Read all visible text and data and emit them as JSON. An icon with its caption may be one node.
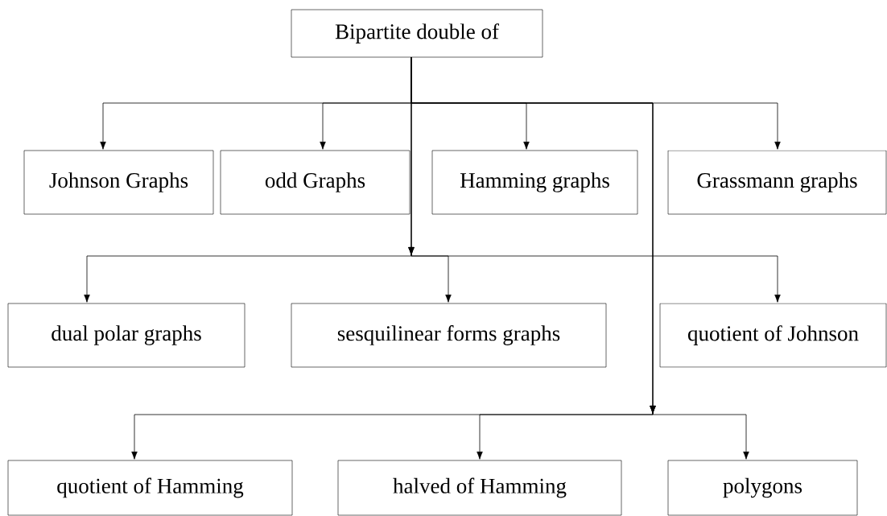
{
  "diagram": {
    "nodes": [
      {
        "text": [
          "Bipartite double of"
        ]
      },
      {
        "text": [
          "Johnson Graphs"
        ]
      },
      {
        "text": [
          "odd Graphs"
        ]
      },
      {
        "text": [
          "Hamming graphs"
        ]
      },
      {
        "text": [
          "Grassmann graphs"
        ]
      },
      {
        "text": [
          "dual polar graphs"
        ]
      },
      {
        "text": [
          "sesquilinear forms graphs"
        ]
      },
      {
        "text": [
          "quotient of Johnson"
        ]
      },
      {
        "text": [
          "quotient of Hamming"
        ]
      },
      {
        "text": [
          "halved of Hamming"
        ]
      },
      {
        "text": [
          "polygons"
        ]
      }
    ],
    "edges": [
      {
        "from": 0,
        "to": 1,
        "arrow": "to"
      },
      {
        "from": 0,
        "to": 2,
        "arrow": "to"
      },
      {
        "from": 0,
        "to": 3,
        "arrow": "to"
      },
      {
        "from": 0,
        "to": 4,
        "arrow": "to"
      },
      {
        "from": 0,
        "to": 5,
        "arrow": "to"
      },
      {
        "from": 0,
        "to": 6,
        "arrow": "to"
      },
      {
        "from": 0,
        "to": 7,
        "arrow": "to"
      },
      {
        "from": 0,
        "to": 8,
        "arrow": "to"
      },
      {
        "from": 0,
        "to": 9,
        "arrow": "to"
      },
      {
        "from": 0,
        "to": 10,
        "arrow": "to"
      }
    ]
  }
}
